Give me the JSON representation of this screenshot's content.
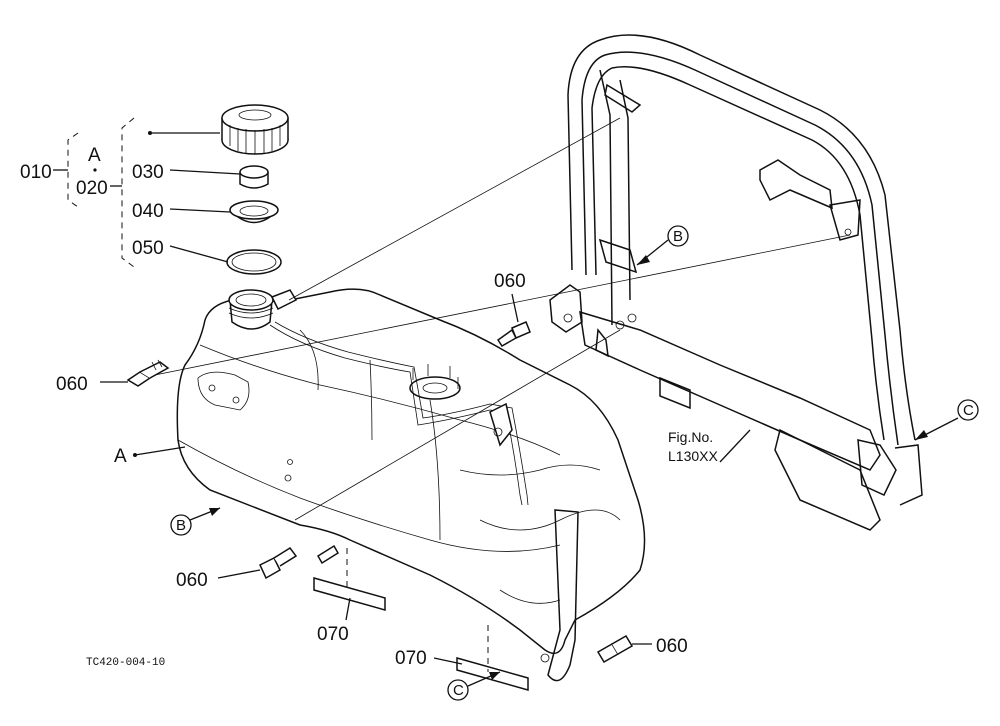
{
  "callouts": {
    "c010": "010",
    "c020": "020",
    "c030": "030",
    "c040": "040",
    "c050": "050",
    "c060a": "060",
    "c060b": "060",
    "c060c": "060",
    "c060d": "060",
    "c070a": "070",
    "c070b": "070",
    "assyA_top": "A",
    "assyA_left": "A"
  },
  "refs": {
    "b_frame": "B",
    "b_tank": "B",
    "c_frame": "C",
    "c_bottom": "C"
  },
  "fig_ref": {
    "line1": "Fig.No.",
    "line2": "L130XX"
  },
  "drawing_code": "TC420-004-10"
}
